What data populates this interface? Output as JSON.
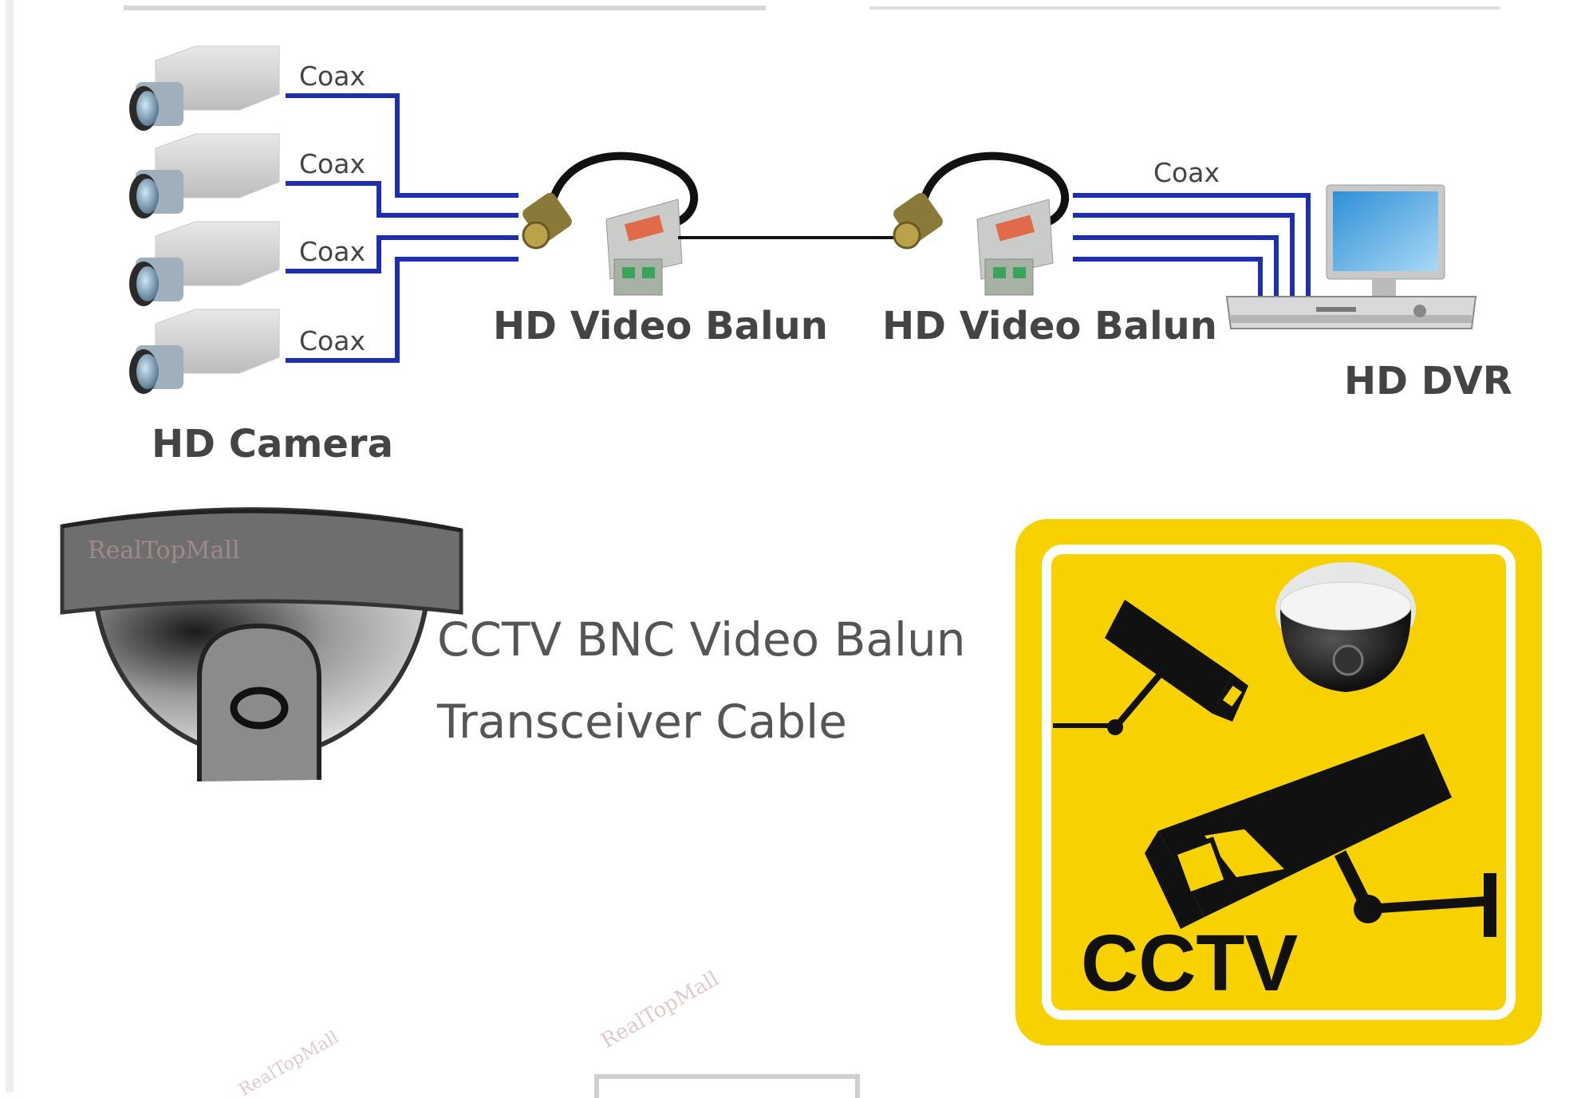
{
  "diagram": {
    "coax_labels": [
      "Coax",
      "Coax",
      "Coax",
      "Coax",
      "Coax"
    ],
    "camera_label": "HD Camera",
    "balun_left_label": "HD Video Balun",
    "balun_right_label": "HD Video Balun",
    "dvr_label": "HD DVR",
    "wire_color": "#1b2fb0"
  },
  "product": {
    "title_line1": "CCTV BNC Video Balun",
    "title_line2": "Transceiver Cable",
    "watermark": "RealTopMall"
  },
  "sign": {
    "text": "CCTV",
    "background_color": "#f7d200",
    "icon_color": "#111111"
  }
}
